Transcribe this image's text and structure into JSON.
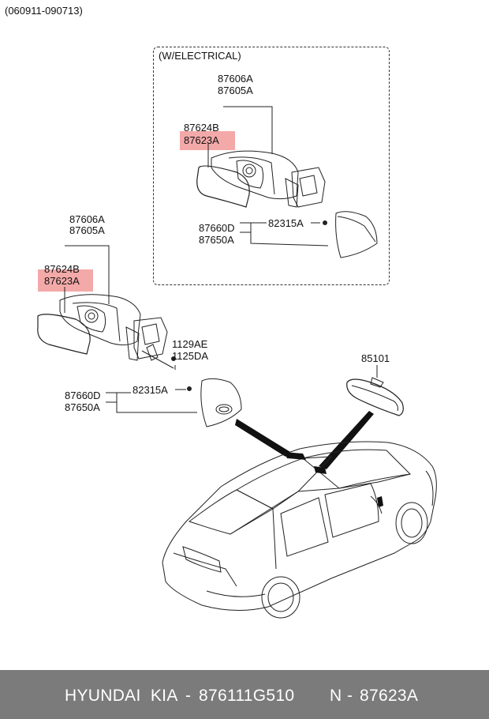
{
  "header": {
    "date_code": "(060911-090713)"
  },
  "electrical_box": {
    "title": "(W/ELECTRICAL)",
    "labels": {
      "mirror_assy_lh": "87606A",
      "mirror_assy_rh": "87605A",
      "mirror_rh": "87624B",
      "mirror_lh": "87623A",
      "cover_lh": "87660D",
      "cover_rh": "87650A",
      "screw": "82315A"
    }
  },
  "manual_mirror": {
    "labels": {
      "mirror_assy_lh": "87606A",
      "mirror_assy_rh": "87605A",
      "mirror_rh": "87624B",
      "mirror_lh": "87623A",
      "bolt_a": "1129AE",
      "bolt_b": "1125DA",
      "screw": "82315A",
      "cover_lh": "87660D",
      "cover_rh": "87650A"
    }
  },
  "inside_mirror": {
    "label": "85101"
  },
  "highlight_color": "#f4a9a9",
  "footer": {
    "brand": "HYUNDAI  KIA",
    "separator_1": "-",
    "part_number": "876111G510",
    "ref_prefix": "N",
    "separator_2": "-",
    "ref_number": "87623A"
  }
}
